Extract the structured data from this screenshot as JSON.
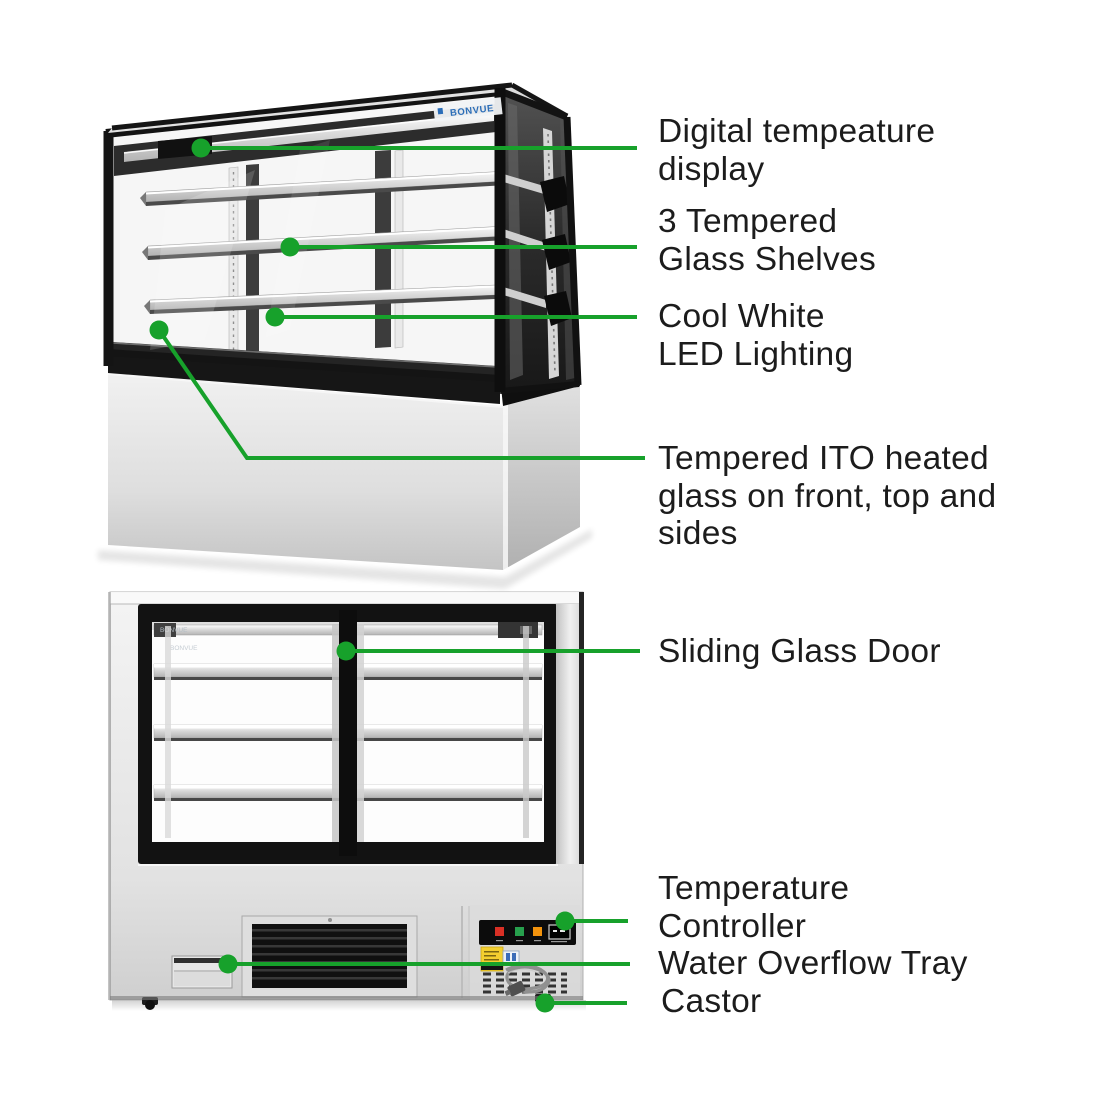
{
  "brand": {
    "logo_text": "BONVUE"
  },
  "colors": {
    "background": "#FFFFFF",
    "callout_green": "#17A12B",
    "label_text": "#1C1C1C",
    "brand_blue": "#2A6DB8",
    "cabinet_frame_black": "#141414",
    "stainless_light": "#E8E8E8",
    "controller_button_red": "#D93025",
    "controller_button_green": "#27A04D",
    "controller_button_orange": "#F2930D",
    "warning_sticker_yellow": "#F3CF2F"
  },
  "callouts": {
    "items": [
      {
        "id": "digital-temp-display",
        "lines": [
          "Digital tempeature",
          "display"
        ]
      },
      {
        "id": "tempered-glass-shelves",
        "lines": [
          "3 Tempered",
          "Glass Shelves"
        ]
      },
      {
        "id": "led-lighting",
        "lines": [
          "Cool White",
          "LED Lighting"
        ]
      },
      {
        "id": "ito-heated-glass",
        "lines": [
          "Tempered ITO heated",
          "glass on front, top and",
          "sides"
        ]
      },
      {
        "id": "sliding-glass-door",
        "lines": [
          "Sliding Glass Door"
        ]
      },
      {
        "id": "temperature-controller",
        "lines": [
          "Temperature",
          "Controller"
        ]
      },
      {
        "id": "water-overflow-tray",
        "lines": [
          "Water Overflow Tray"
        ]
      },
      {
        "id": "castor",
        "lines": [
          "Castor"
        ]
      }
    ]
  }
}
